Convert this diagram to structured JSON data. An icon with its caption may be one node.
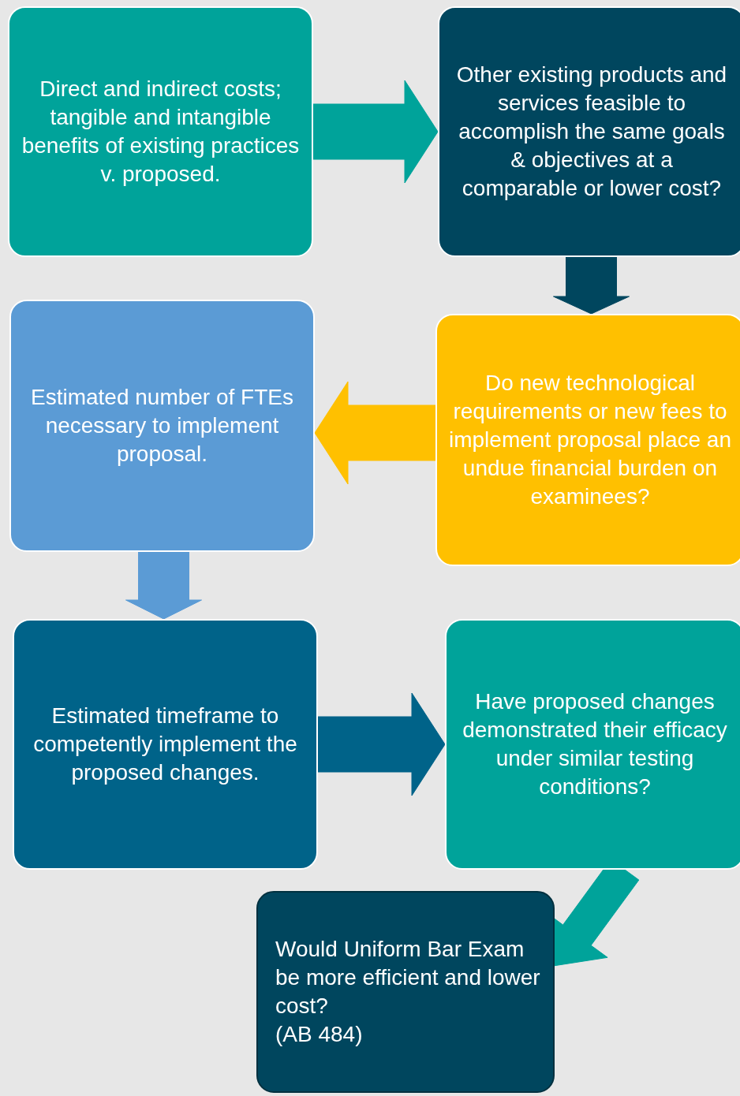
{
  "diagram": {
    "nodes": [
      {
        "text": [
          "Direct and indirect costs; tangible and intangible benefits of existing practices v. proposed."
        ]
      },
      {
        "text": [
          "Other existing products and services feasible to accomplish the same goals & objectives at a comparable or lower cost?"
        ]
      },
      {
        "text": [
          "Estimated number of FTEs necessary to implement proposal."
        ]
      },
      {
        "text": [
          "Do new technological requirements or new fees to implement proposal place an undue financial burden on examinees?"
        ]
      },
      {
        "text": [
          "Estimated timeframe to competently implement the proposed changes."
        ]
      },
      {
        "text": [
          "Have proposed changes demonstrated their efficacy under similar testing conditions?"
        ]
      },
      {
        "text": [
          "Would Uniform Bar Exam be more efficient and lower cost?",
          "(AB 484)"
        ]
      }
    ],
    "edges": [
      {
        "from": 0,
        "to": 1,
        "arrow": "to",
        "style": "thick",
        "color": "#00a39a"
      },
      {
        "from": 1,
        "to": 3,
        "arrow": "to",
        "style": "thick",
        "color": "#00465e"
      },
      {
        "from": 3,
        "to": 2,
        "arrow": "to",
        "style": "thick",
        "color": "#ffc000"
      },
      {
        "from": 2,
        "to": 4,
        "arrow": "to",
        "style": "thick",
        "color": "#5b9bd5"
      },
      {
        "from": 4,
        "to": 5,
        "arrow": "to",
        "style": "thick",
        "color": "#006389"
      },
      {
        "from": 5,
        "to": 6,
        "arrow": "to",
        "style": "thick",
        "color": "#00a39a"
      }
    ]
  }
}
